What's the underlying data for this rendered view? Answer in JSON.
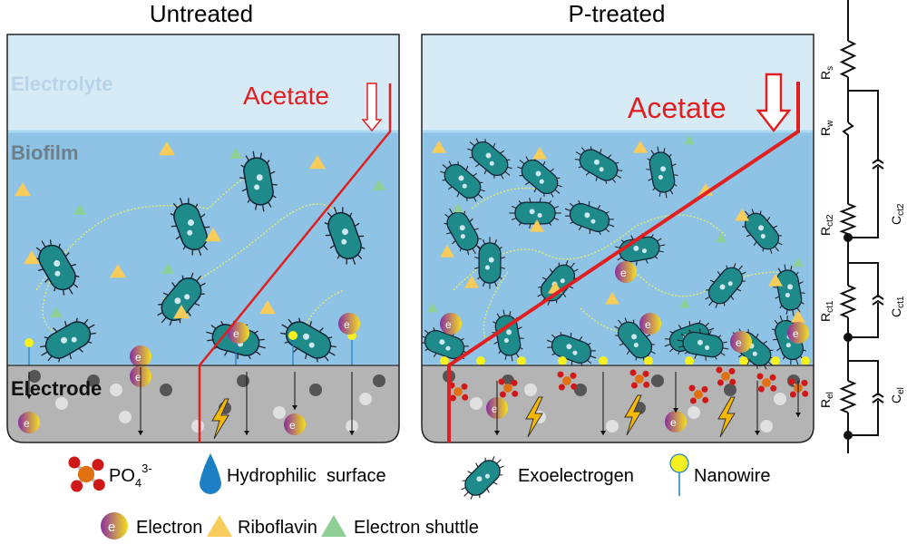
{
  "panels": {
    "left": {
      "title": "Untreated",
      "electrolyte": "Electrolyte",
      "biofilm": "Biofilm",
      "electrode": "Electrode",
      "acetate": "Acetate"
    },
    "right": {
      "title": "P-treated",
      "acetate": "Acetate"
    }
  },
  "circuit": {
    "rs": "R",
    "rs_sub": "s",
    "rw": "R",
    "rw_sub": "w",
    "rct2": "R",
    "rct2_sub": "ct2",
    "cct2": "C",
    "cct2_sub": "ct2",
    "rct1": "R",
    "rct1_sub": "ct1",
    "cct1": "C",
    "cct1_sub": "ct1",
    "rel": "R",
    "rel_sub": "el",
    "cel": "C",
    "cel_sub": "el"
  },
  "legend": {
    "po4": "PO",
    "po4_sub": "4",
    "po4_sup": "3-",
    "hydrophilic": "Hydrophilic  surface",
    "exoelectrogen": "Exoelectrogen",
    "nanowire": "Nanowire",
    "electron": "Electron",
    "riboflavin": "Riboflavin",
    "shuttle": "Electron shuttle",
    "electron_symbol": "e"
  },
  "colors": {
    "electrolyte": "#d7ebf7",
    "biofilm": "#8ec3e6",
    "electrode": "#b4b4b4",
    "bacteria": "#1f8a8a",
    "acetate": "#e02020",
    "riboflavin": "#f7cc5a",
    "shuttle": "#8fcf95",
    "drop": "#1d7fc4"
  }
}
